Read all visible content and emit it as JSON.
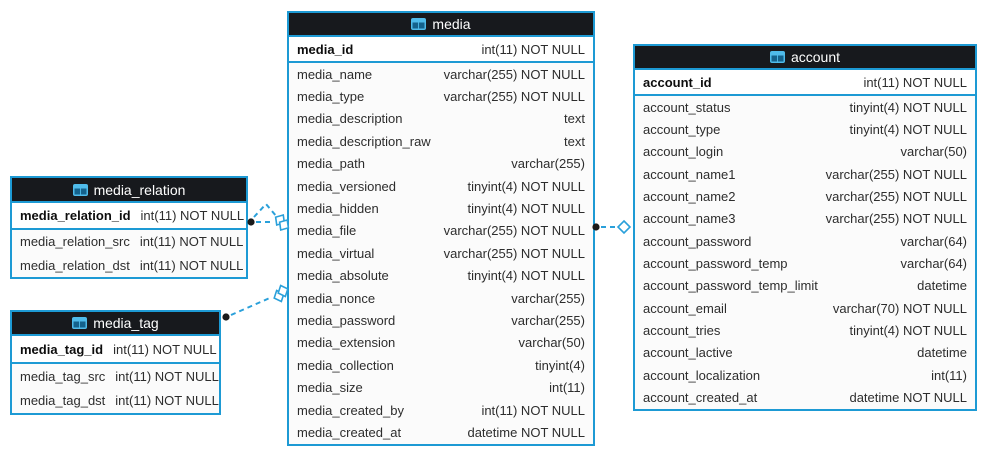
{
  "colors": {
    "border": "#1d9ad4",
    "header_bg": "#17191d",
    "header_text": "#ffffff",
    "row_bg": "#fbfbfb",
    "pk_bg": "#ffffff",
    "text": "#2d2d2d",
    "pk_text": "#0d0d0d",
    "connector": "#2aa0da",
    "dot": "#1a1a1a",
    "icon_light": "#4fbbea",
    "icon_dark": "#14628c"
  },
  "tables": [
    {
      "title": "media_relation",
      "pk": {
        "name": "media_relation_id",
        "type": "int(11) NOT NULL"
      },
      "rows": [
        {
          "name": "media_relation_src",
          "type": "int(11) NOT NULL"
        },
        {
          "name": "media_relation_dst",
          "type": "int(11) NOT NULL"
        }
      ]
    },
    {
      "title": "media_tag",
      "pk": {
        "name": "media_tag_id",
        "type": "int(11) NOT NULL"
      },
      "rows": [
        {
          "name": "media_tag_src",
          "type": "int(11) NOT NULL"
        },
        {
          "name": "media_tag_dst",
          "type": "int(11) NOT NULL"
        }
      ]
    },
    {
      "title": "media",
      "pk": {
        "name": "media_id",
        "type": "int(11) NOT NULL"
      },
      "rows": [
        {
          "name": "media_name",
          "type": "varchar(255) NOT NULL"
        },
        {
          "name": "media_type",
          "type": "varchar(255) NOT NULL"
        },
        {
          "name": "media_description",
          "type": "text"
        },
        {
          "name": "media_description_raw",
          "type": "text"
        },
        {
          "name": "media_path",
          "type": "varchar(255)"
        },
        {
          "name": "media_versioned",
          "type": "tinyint(4) NOT NULL"
        },
        {
          "name": "media_hidden",
          "type": "tinyint(4) NOT NULL"
        },
        {
          "name": "media_file",
          "type": "varchar(255) NOT NULL"
        },
        {
          "name": "media_virtual",
          "type": "varchar(255) NOT NULL"
        },
        {
          "name": "media_absolute",
          "type": "tinyint(4) NOT NULL"
        },
        {
          "name": "media_nonce",
          "type": "varchar(255)"
        },
        {
          "name": "media_password",
          "type": "varchar(255)"
        },
        {
          "name": "media_extension",
          "type": "varchar(50)"
        },
        {
          "name": "media_collection",
          "type": "tinyint(4)"
        },
        {
          "name": "media_size",
          "type": "int(11)"
        },
        {
          "name": "media_created_by",
          "type": "int(11) NOT NULL"
        },
        {
          "name": "media_created_at",
          "type": "datetime NOT NULL"
        }
      ]
    },
    {
      "title": "account",
      "pk": {
        "name": "account_id",
        "type": "int(11) NOT NULL"
      },
      "rows": [
        {
          "name": "account_status",
          "type": "tinyint(4) NOT NULL"
        },
        {
          "name": "account_type",
          "type": "tinyint(4) NOT NULL"
        },
        {
          "name": "account_login",
          "type": "varchar(50)"
        },
        {
          "name": "account_name1",
          "type": "varchar(255) NOT NULL"
        },
        {
          "name": "account_name2",
          "type": "varchar(255) NOT NULL"
        },
        {
          "name": "account_name3",
          "type": "varchar(255) NOT NULL"
        },
        {
          "name": "account_password",
          "type": "varchar(64)"
        },
        {
          "name": "account_password_temp",
          "type": "varchar(64)"
        },
        {
          "name": "account_password_temp_limit",
          "type": "datetime"
        },
        {
          "name": "account_email",
          "type": "varchar(70) NOT NULL"
        },
        {
          "name": "account_tries",
          "type": "tinyint(4) NOT NULL"
        },
        {
          "name": "account_lactive",
          "type": "datetime"
        },
        {
          "name": "account_localization",
          "type": "int(11)"
        },
        {
          "name": "account_created_at",
          "type": "datetime NOT NULL"
        }
      ]
    }
  ],
  "relationships": [
    {
      "from": "media_relation",
      "to": "media"
    },
    {
      "from": "media_tag",
      "to": "media"
    },
    {
      "from": "media",
      "to": "account"
    }
  ]
}
